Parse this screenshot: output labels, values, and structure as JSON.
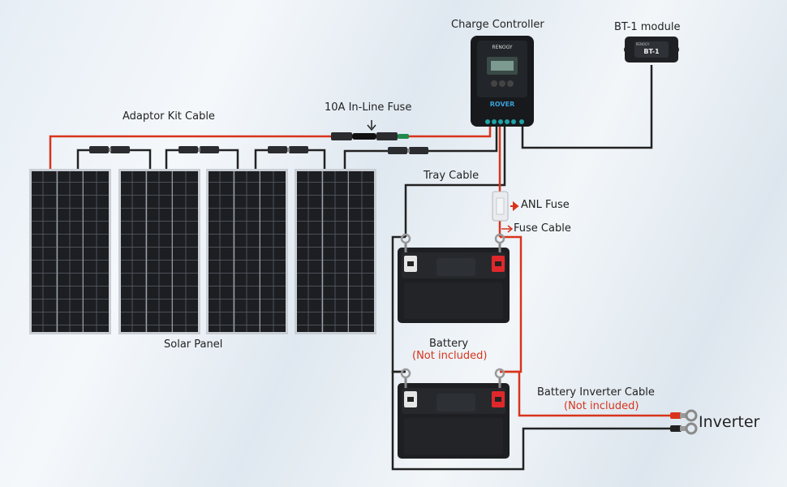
{
  "labels": {
    "charge_controller": "Charge Controller",
    "bt1_module": "BT-1 module",
    "adaptor_kit_cable": "Adaptor Kit Cable",
    "inline_fuse": "10A In-Line Fuse",
    "tray_cable": "Tray Cable",
    "anl_fuse": "ANL Fuse",
    "fuse_cable": "Fuse Cable",
    "solar_panel": "Solar Panel",
    "battery": "Battery",
    "battery_note": "(Not included)",
    "battery_inverter_cable": "Battery Inverter Cable",
    "inverter_cable_note": "(Not included)",
    "inverter": "Inverter"
  },
  "device_text": {
    "controller_brand": "RENOGY",
    "controller_model": "ROVER",
    "bt1_brand": "RENOGY",
    "bt1_label": "BT-1"
  },
  "colors": {
    "positive_wire": "#d8341c",
    "negative_wire": "#222222",
    "label_accent": "#d8341c",
    "panel_cell": "#1c1e22",
    "panel_frame": "#c9ced4",
    "controller_body": "#17191c",
    "battery_body": "#1e1f22"
  }
}
